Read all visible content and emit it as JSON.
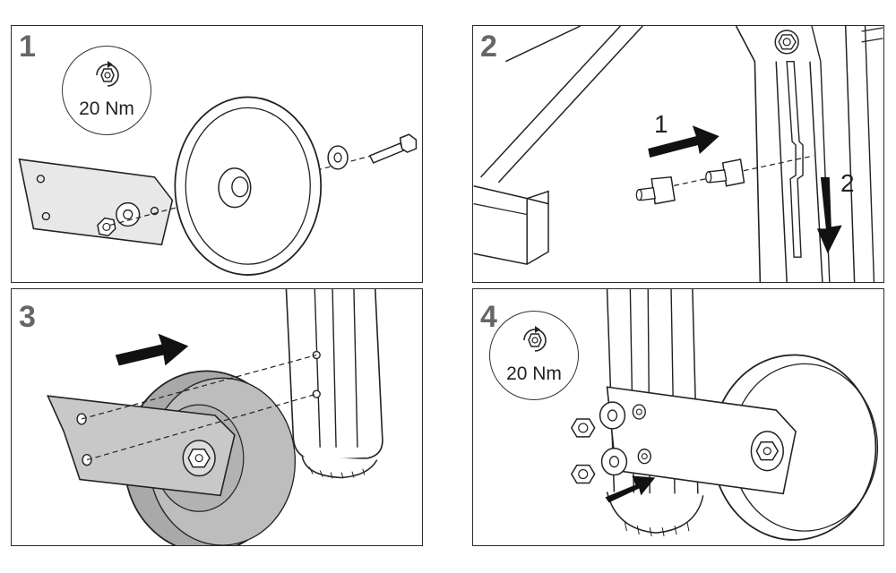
{
  "steps": [
    {
      "number": "1",
      "torque": "20 Nm"
    },
    {
      "number": "2",
      "arrow_labels": [
        "1",
        "2"
      ]
    },
    {
      "number": "3"
    },
    {
      "number": "4",
      "torque": "20 Nm"
    }
  ],
  "icons": {
    "torque": "nut-rotation-icon",
    "direction": "arrow-icon"
  },
  "colors": {
    "line": "#222222",
    "bracket_fill": "#c8c8c8",
    "wheel_fill_step3": "#a9a9a9",
    "panel_border": "#2b2b2b",
    "step_number": "#666666"
  }
}
